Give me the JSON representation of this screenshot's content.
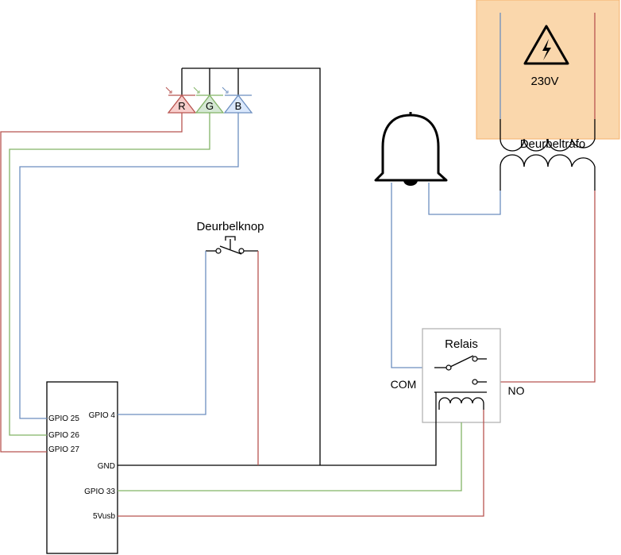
{
  "labels": {
    "hazard_voltage": "230V",
    "transformer": "Deurbeltrafo",
    "button": "Deurbelknop",
    "relay": "Relais",
    "relay_com": "COM",
    "relay_no": "NO",
    "led_r": "R",
    "led_g": "G",
    "led_b": "B"
  },
  "mcu_pins": {
    "gpio25": "GPIO 25",
    "gpio26": "GPIO 26",
    "gpio27": "GPIO 27",
    "gpio4": "GPIO 4",
    "gnd": "GND",
    "gpio33": "GPIO 33",
    "v5usb": "5Vusb"
  },
  "colors": {
    "red": "#b85450",
    "green": "#82b366",
    "blue": "#6c8ebf",
    "black": "#000000",
    "hazard_fill": "#fad7ac",
    "hazard_stroke": "#f5b26b",
    "relay_border": "#b3b3b3"
  }
}
